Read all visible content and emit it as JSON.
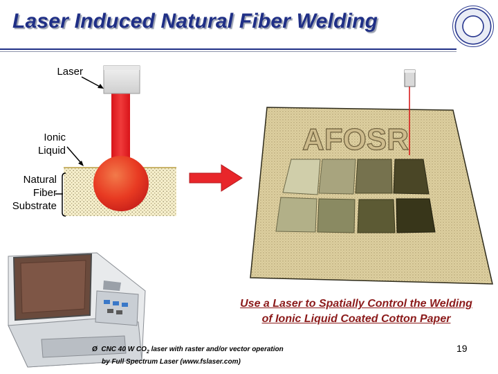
{
  "title": "Laser Induced Natural Fiber Welding",
  "labels": {
    "laser": "Laser",
    "ionic_liquid": [
      "Ionic",
      "Liquid"
    ],
    "substrate": [
      "Natural",
      "Fiber",
      "Substrate"
    ]
  },
  "paper_text": "AFOSR",
  "caption": [
    "Use a Laser to Spatially Control the Welding",
    "of Ionic Liquid Coated Cotton Paper"
  ],
  "note": {
    "bullet": "Ø",
    "line1_pre": "CNC 40 W CO",
    "line1_sub": "2",
    "line1_post": " laser with raster and/or vector operation",
    "line2": "by Full Spectrum Laser (www.fslaser.com)"
  },
  "page_number": "19",
  "colors": {
    "title": "#1f2f86",
    "laser_beam": "#e8171a",
    "droplet": "#e83a22",
    "caption": "#8b1a1a",
    "arrow": "#e8262a",
    "paper": "#ded0a0",
    "swatches_row1": [
      "#d0ceaa",
      "#a8a47e",
      "#76724e",
      "#4a4626"
    ],
    "swatches_row2": [
      "#b2b088",
      "#8a8a62",
      "#5c5a34",
      "#38361a"
    ]
  },
  "icons": [
    "university-seal-icon",
    "red-arrow-icon",
    "laser-head-icon",
    "laser-machine-icon"
  ]
}
